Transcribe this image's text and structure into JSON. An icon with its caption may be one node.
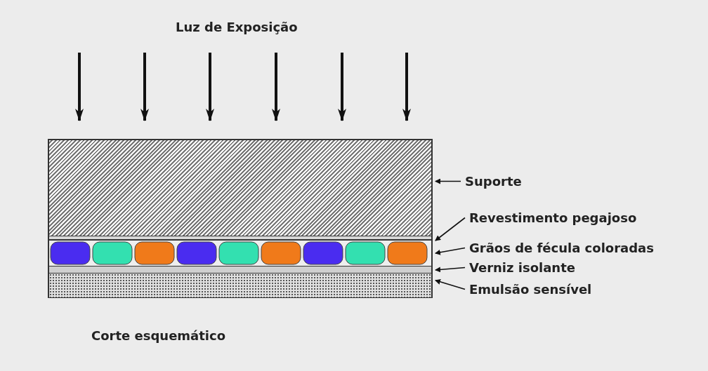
{
  "diagram": {
    "caption": "Corte esquemático",
    "nodes": [
      {
        "text": [],
        "shape": "box"
      },
      {
        "text": [],
        "shape": "bar"
      },
      {
        "text": [],
        "shape": "bar"
      },
      {
        "text": [],
        "shape": "bar"
      },
      {
        "text": [],
        "shape": "bar"
      },
      {
        "text": [
          "Suporte"
        ]
      },
      {
        "text": [
          "Revestimento pegajoso"
        ]
      },
      {
        "text": [
          "Grãos de fécula coloradas"
        ]
      },
      {
        "text": [
          "Verniz isolante"
        ]
      },
      {
        "text": [
          "Emulsão sensível"
        ]
      }
    ],
    "edges": [
      {
        "from": 5,
        "to": 0,
        "arrow": "to"
      },
      {
        "from": 6,
        "to": 1,
        "arrow": "to"
      },
      {
        "from": 7,
        "to": 2,
        "arrow": "to"
      },
      {
        "from": 8,
        "to": 3,
        "arrow": "to"
      },
      {
        "from": 9,
        "to": 4,
        "arrow": "to"
      }
    ],
    "labels": [
      "Luz de Exposição"
    ]
  }
}
